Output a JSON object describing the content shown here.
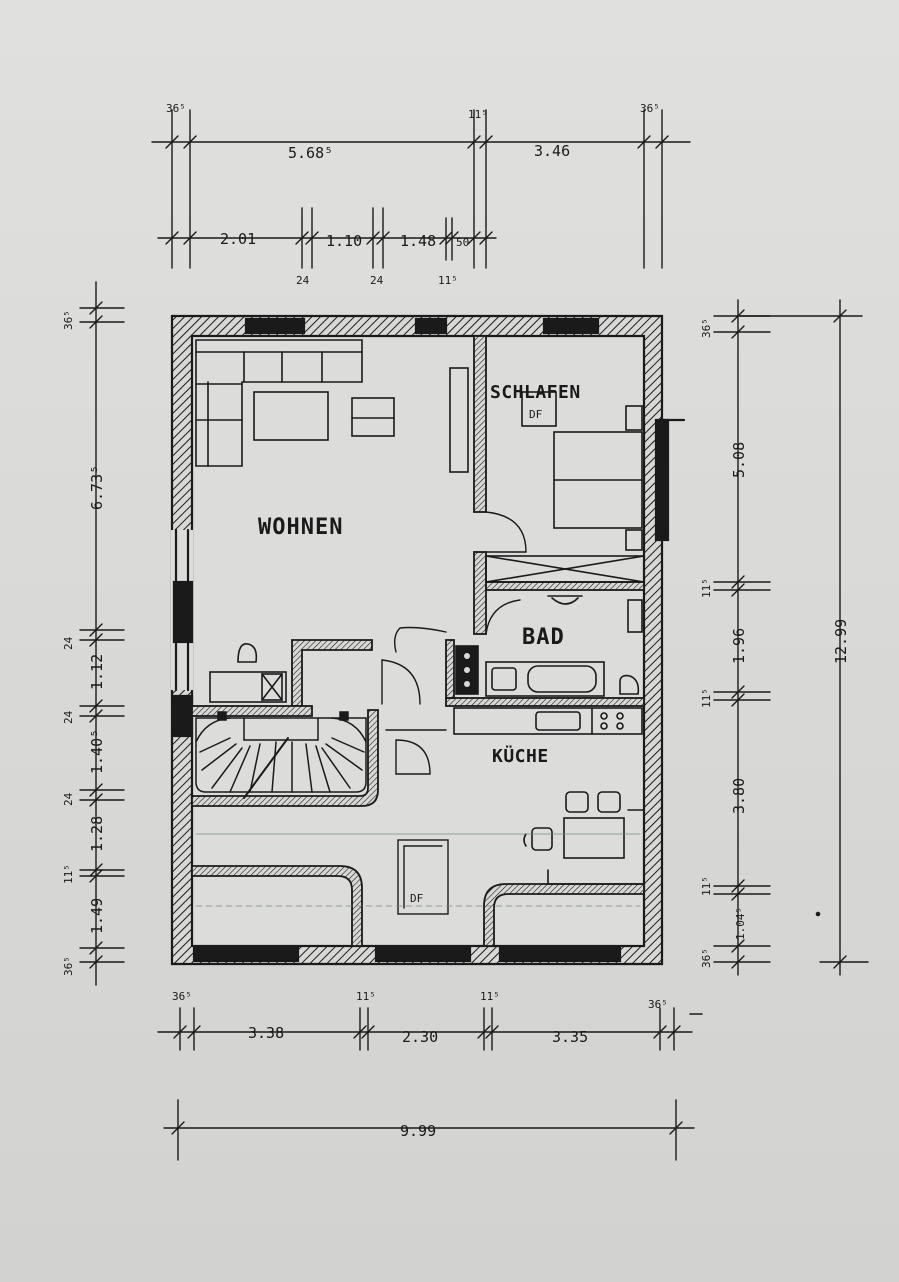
{
  "rooms": {
    "wohnen": "WOHNEN",
    "schlafen": "SCHLAFEN",
    "bad": "BAD",
    "kueche": "KÜCHE",
    "df_top": "DF",
    "df_bottom": "DF"
  },
  "dims_top": {
    "wall_left": "36⁵",
    "wall_mid": "11⁵",
    "wall_right": "36⁵",
    "span_left": "5.68⁵",
    "span_right": "3.46",
    "seg1": "2.01",
    "seg2": "1.10",
    "seg3": "1.48",
    "seg4": "50",
    "sub1": "24",
    "sub2": "24",
    "sub3": "11⁵"
  },
  "dims_left": {
    "top_wall": "36⁵",
    "seg_big": "6.73⁵",
    "w24a": "24",
    "seg_112": "1.12",
    "w24b": "24",
    "seg_140": "1.40⁵",
    "w24c": "24",
    "seg_128": "1.28",
    "w11": "11⁵",
    "seg_149": "1.49",
    "bot_wall": "36⁵"
  },
  "dims_right": {
    "top_wall": "36⁵",
    "seg_508": "5.08",
    "w11a": "11⁵",
    "seg_196": "1.96",
    "w11b": "11⁵",
    "seg_380": "3.80",
    "w11c": "11⁵",
    "seg_1045": "1.04⁵",
    "bot_wall": "36⁵",
    "total": "12.99"
  },
  "dims_bottom": {
    "wall_left": "36⁵",
    "wall_mid1": "11⁵",
    "wall_mid2": "11⁵",
    "wall_right": "36⁵",
    "seg1": "3.38",
    "seg2": "2.30",
    "seg3": "3.35",
    "total": "9.99"
  }
}
